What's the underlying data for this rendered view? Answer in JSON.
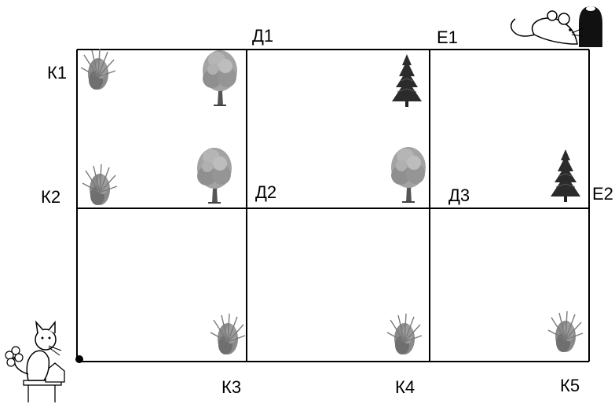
{
  "labels": {
    "k1": "К1",
    "k2": "К2",
    "k3": "К3",
    "k4": "К4",
    "k5": "К5",
    "d1": "Д1",
    "d2": "Д2",
    "d3": "Д3",
    "e1": "Е1",
    "e2": "Е2"
  },
  "icons": {
    "cat": "cat-icon",
    "mouse": "mouse-icon",
    "deciduous_tree": "deciduous-tree-icon",
    "fir_tree": "fir-tree-icon",
    "bush": "bush-icon"
  },
  "colors": {
    "line": "#000000",
    "deciduous_tree": "#9a9a9a",
    "fir_tree": "#2b2b2b",
    "bush": "#8a8a8a"
  }
}
